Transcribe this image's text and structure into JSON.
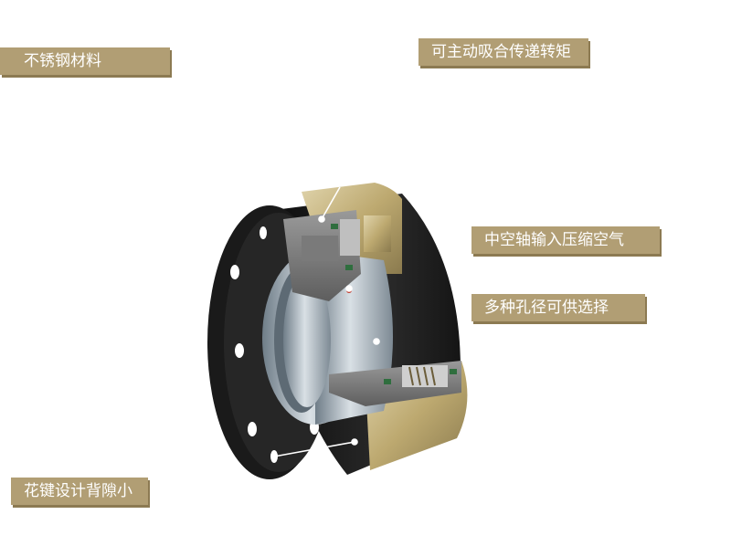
{
  "colors": {
    "label_bg": "#b19e74",
    "label_shadow": "#8c7a52",
    "housing_dark": "#1c1c1c",
    "brass": "#c8b888",
    "steel": "#a9b4bc",
    "seal_green": "#2f6e3e"
  },
  "callouts": [
    {
      "text": "不锈钢材料"
    },
    {
      "text": "可主动吸合传递转矩"
    },
    {
      "text": "中空轴输入压缩空气"
    },
    {
      "text": "多种孔径可供选择"
    },
    {
      "text": "花键设计背隙小"
    }
  ]
}
